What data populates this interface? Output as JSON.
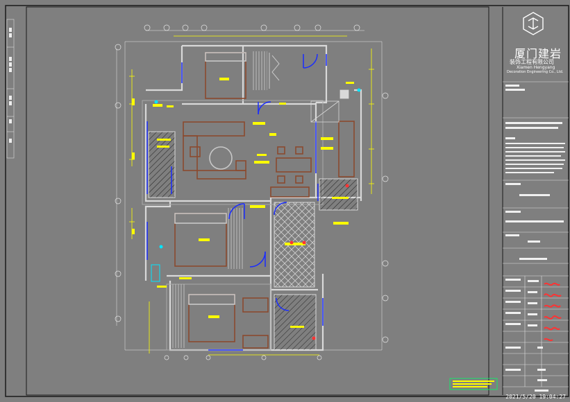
{
  "title_block": {
    "company_cn": "厦门建岩",
    "company_sub": "装饰工程有限公司",
    "company_en_1": "Xiamen Hengyang",
    "company_en_2": "Decoration Engineering Co., Ltd."
  },
  "timestamp": "2021/5/20 19:04:27",
  "colors": {
    "background": "#7f7f7f",
    "wall": "#d9d9d9",
    "furniture": "#8b4a2e",
    "dimension": "#ffff00",
    "door": "#1a2cff",
    "axis": "#e8e8e8",
    "frame": "#1a1a1a",
    "sign_red": "#ff3333"
  },
  "icons": [
    "logo-mark-icon",
    "sofa-icon",
    "bed-icon",
    "dining-table-icon",
    "door-swing-icon",
    "stair-icon"
  ]
}
